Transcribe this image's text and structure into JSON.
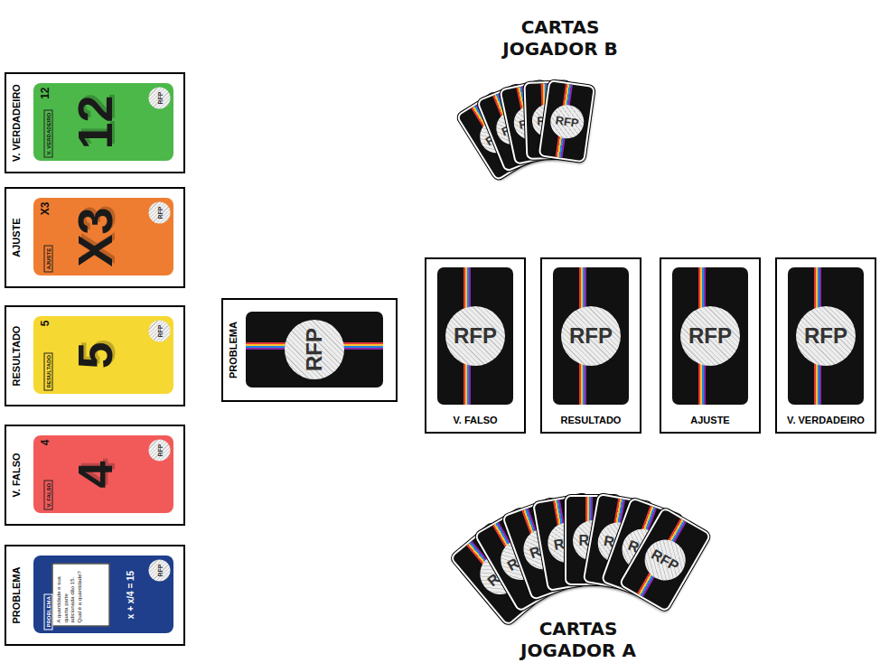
{
  "diagram": {
    "nodes": [
      {
        "text": [
          "V. VERDADEIRO"
        ]
      },
      {
        "text": [
          "V. VERDADEIRO",
          "12",
          "12",
          "RFP"
        ],
        "in": 0
      },
      {
        "text": [
          "AJUSTE"
        ]
      },
      {
        "text": [
          "AJUSTE",
          "X3",
          "X3",
          "RFP"
        ],
        "in": 2
      },
      {
        "text": [
          "RESULTADO"
        ]
      },
      {
        "text": [
          "RESULTADO",
          "5",
          "5",
          "RFP"
        ],
        "in": 4
      },
      {
        "text": [
          "V. FALSO"
        ]
      },
      {
        "text": [
          "V. FALSO",
          "4",
          "4",
          "RFP"
        ],
        "in": 6
      },
      {
        "text": [
          "PROBLEMA"
        ]
      },
      {
        "text": [
          "PROBLEMA",
          "A quantidade e sua quarta parte adicionada dão 15. Qual é a quantidade?",
          "x + x/4 = 15",
          "RFP"
        ],
        "in": 8
      },
      {
        "text": [
          "RFP"
        ]
      },
      {
        "text": [
          "RFP"
        ]
      },
      {
        "text": [
          "RFP"
        ]
      },
      {
        "text": [
          "RFP"
        ]
      },
      {
        "text": [
          "RFP"
        ]
      },
      {
        "text": [
          "PROBLEMA"
        ]
      },
      {
        "text": [
          "RFP"
        ],
        "in": 15
      },
      {
        "text": [
          "V. FALSO"
        ]
      },
      {
        "text": [
          "RFP"
        ],
        "in": 17
      },
      {
        "text": [
          "RESULTADO"
        ]
      },
      {
        "text": [
          "RFP"
        ],
        "in": 19
      },
      {
        "text": [
          "AJUSTE"
        ]
      },
      {
        "text": [
          "RFP"
        ],
        "in": 21
      },
      {
        "text": [
          "V. VERDADEIRO"
        ]
      },
      {
        "text": [
          "RFP"
        ],
        "in": 23
      },
      {
        "text": [
          "RFP"
        ]
      },
      {
        "text": [
          "RFP"
        ]
      },
      {
        "text": [
          "RFP"
        ]
      },
      {
        "text": [
          "RFP"
        ]
      },
      {
        "text": [
          "RFP"
        ]
      },
      {
        "text": [
          "RFP"
        ]
      },
      {
        "text": [
          "RFP"
        ]
      },
      {
        "text": [
          "RFP"
        ]
      }
    ],
    "labels": [
      "CARTAS JOGADOR B",
      "CARTAS JOGADOR A"
    ]
  }
}
